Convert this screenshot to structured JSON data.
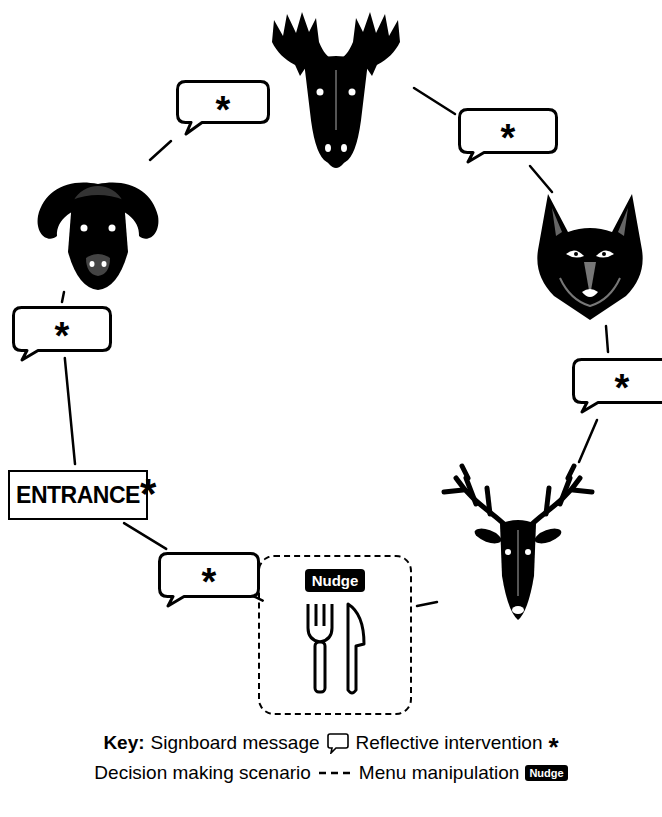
{
  "diagram": {
    "nodes": [
      {
        "text": [
          "*"
        ]
      },
      {
        "text": [
          "*"
        ]
      },
      {
        "text": [
          "*"
        ]
      },
      {
        "text": [
          "*"
        ]
      },
      {
        "text": [
          "ENTRANCE"
        ]
      },
      {
        "text": [
          "*"
        ]
      },
      {
        "text": [
          "Nudge"
        ]
      }
    ],
    "edges": [
      {
        "from": 4,
        "to": 2,
        "arrow": "none"
      },
      {
        "from": 4,
        "to": 5,
        "arrow": "none"
      },
      {
        "from": 5,
        "to": 6,
        "arrow": "none"
      }
    ],
    "labels": [
      "*",
      "Key:",
      "*",
      "Nudge"
    ],
    "legend": [
      {
        "text": "Signboard message"
      },
      {
        "text": "Reflective intervention"
      },
      {
        "text": "Decision making scenario"
      },
      {
        "text": "Menu manipulation"
      }
    ]
  }
}
